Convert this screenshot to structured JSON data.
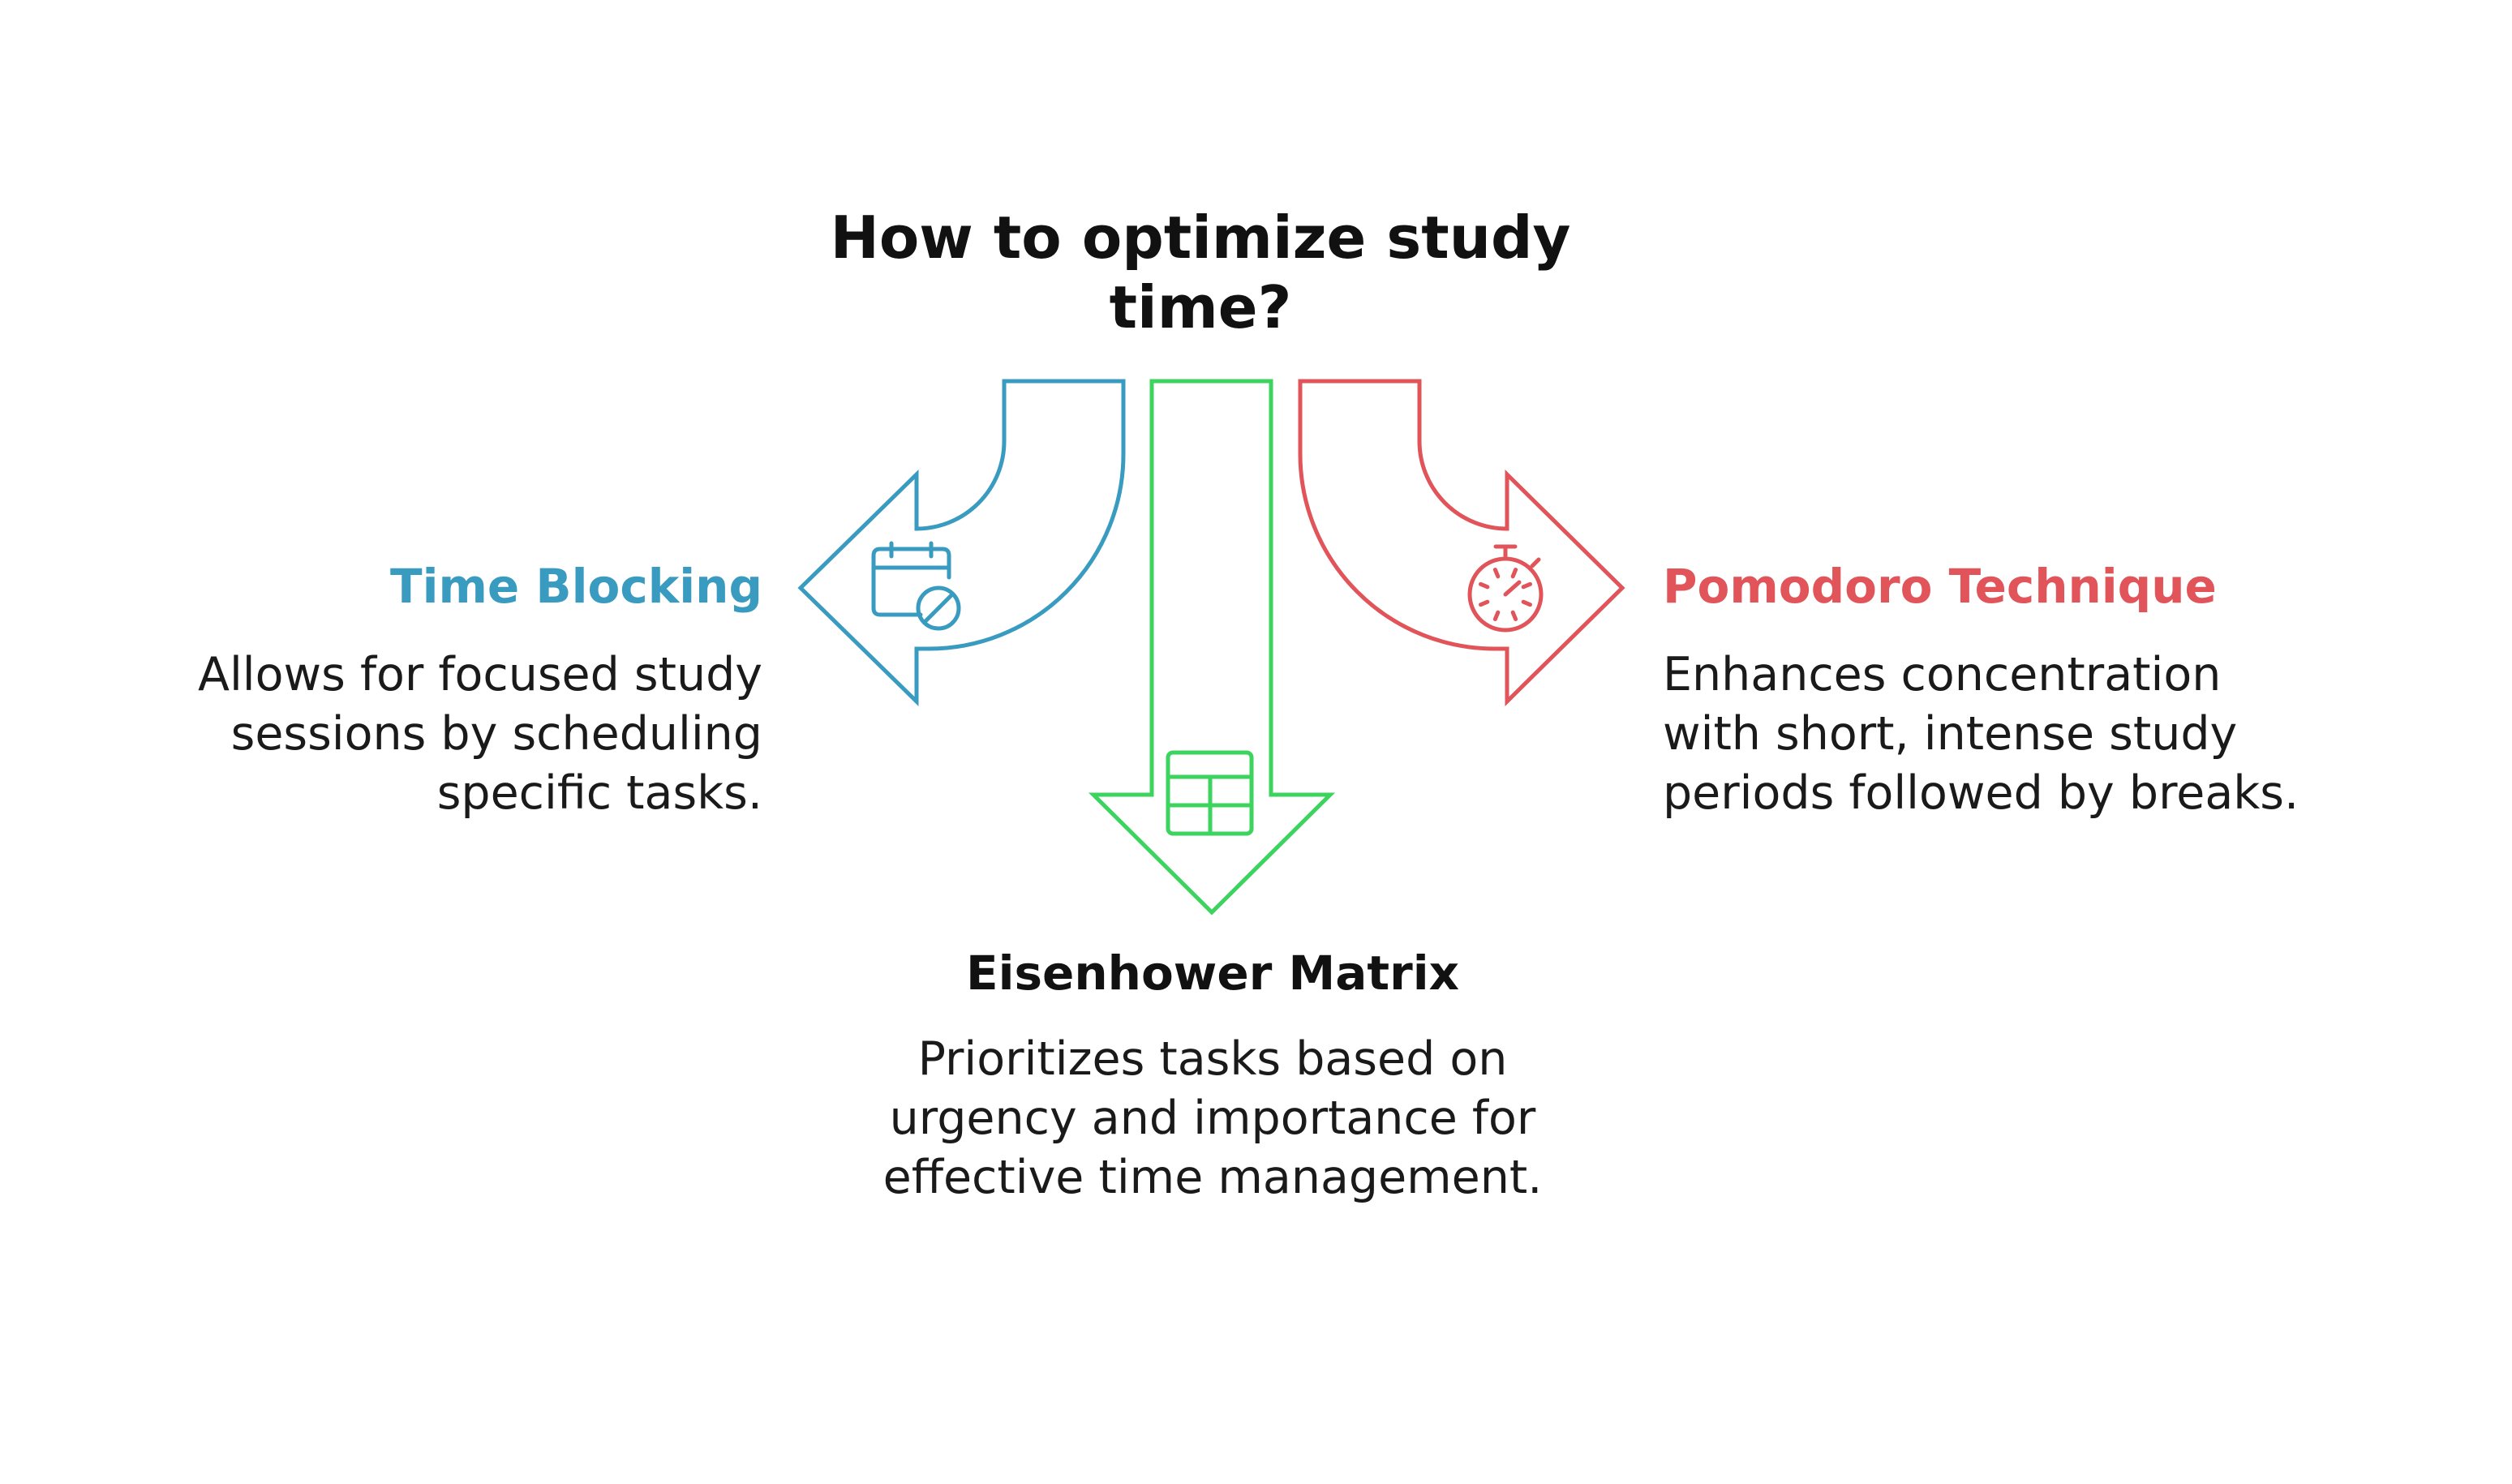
{
  "title": "How to optimize study time?",
  "colors": {
    "time_blocking": "#3A9BC1",
    "eisenhower": "#3CD45E",
    "pomodoro": "#E0545A"
  },
  "options": [
    {
      "heading": "Time Blocking",
      "description": "Allows for focused study sessions by scheduling specific tasks.",
      "icon": "calendar-blocked-icon"
    },
    {
      "heading": "Eisenhower Matrix",
      "description": "Prioritizes tasks based on urgency and importance for effective time management.",
      "icon": "table-grid-icon"
    },
    {
      "heading": "Pomodoro Technique",
      "description": "Enhances concentration with short, intense study periods followed by breaks.",
      "icon": "stopwatch-icon"
    }
  ]
}
